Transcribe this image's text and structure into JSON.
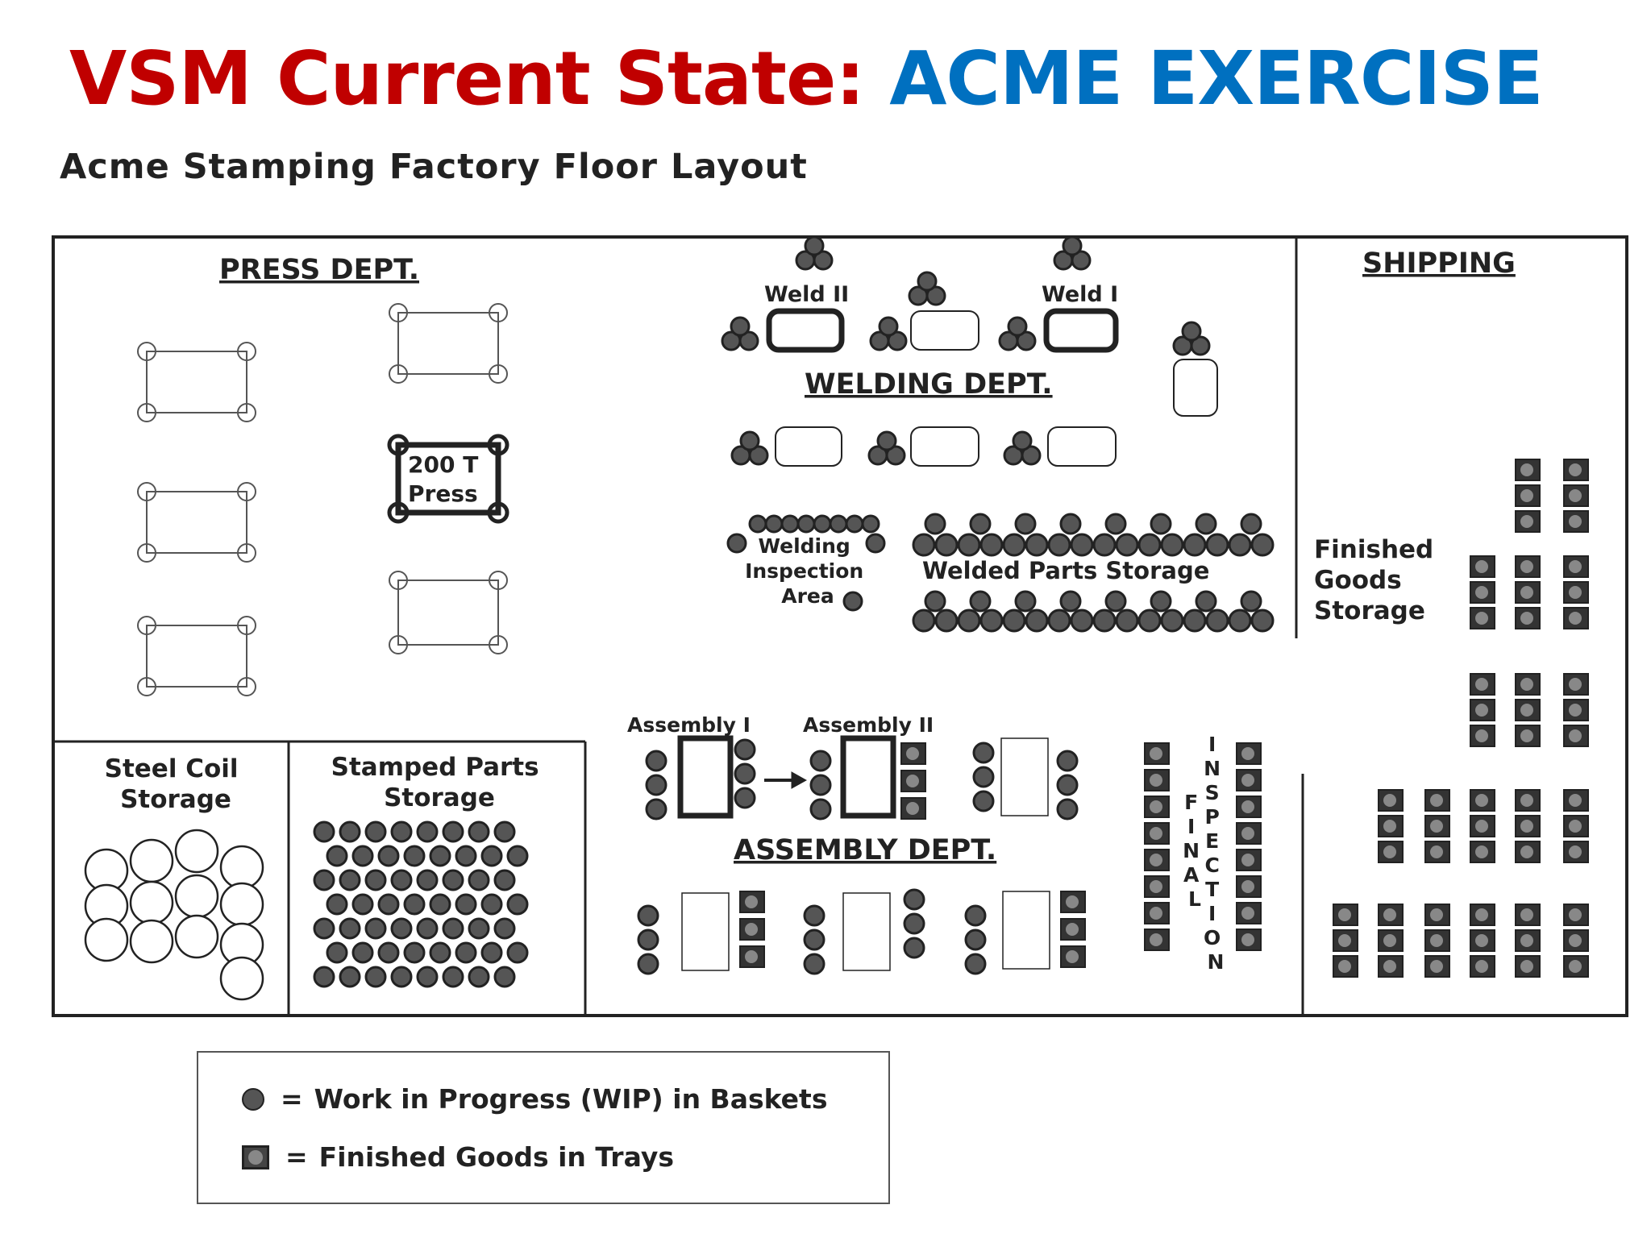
{
  "title": {
    "part1": "VSM Current State:",
    "part2": "ACME EXERCISE"
  },
  "subtitle": "Acme Stamping Factory Floor Layout",
  "areas": {
    "press": "PRESS DEPT.",
    "press_200t_line1": "200 T",
    "press_200t_line2": "Press",
    "welding": "WELDING DEPT.",
    "weld_ii": "Weld II",
    "weld_i": "Weld I",
    "welding_inspection": [
      "Welding",
      "Inspection",
      "Area"
    ],
    "welded_parts_storage": "Welded  Parts  Storage",
    "shipping": "SHIPPING",
    "finished_goods_storage": [
      "Finished",
      "Goods",
      "Storage"
    ],
    "steel_coil_storage": [
      "Steel  Coil",
      "Storage"
    ],
    "stamped_parts_storage": [
      "Stamped  Parts",
      "Storage"
    ],
    "assembly": "ASSEMBLY  DEPT.",
    "assembly_i": "Assembly  I",
    "assembly_ii": "Assembly  II",
    "final_inspection": [
      "F",
      "I",
      "N",
      "A",
      "L",
      "I",
      "N",
      "S",
      "P",
      "E",
      "C",
      "T",
      "I",
      "O",
      "N"
    ]
  },
  "legend": {
    "wip": "Work in Progress (WIP) in Baskets",
    "fg": "Finished Goods in Trays",
    "eq": "="
  },
  "colors": {
    "title_red": "#c00000",
    "title_blue": "#0070c0",
    "ink": "#222222"
  }
}
